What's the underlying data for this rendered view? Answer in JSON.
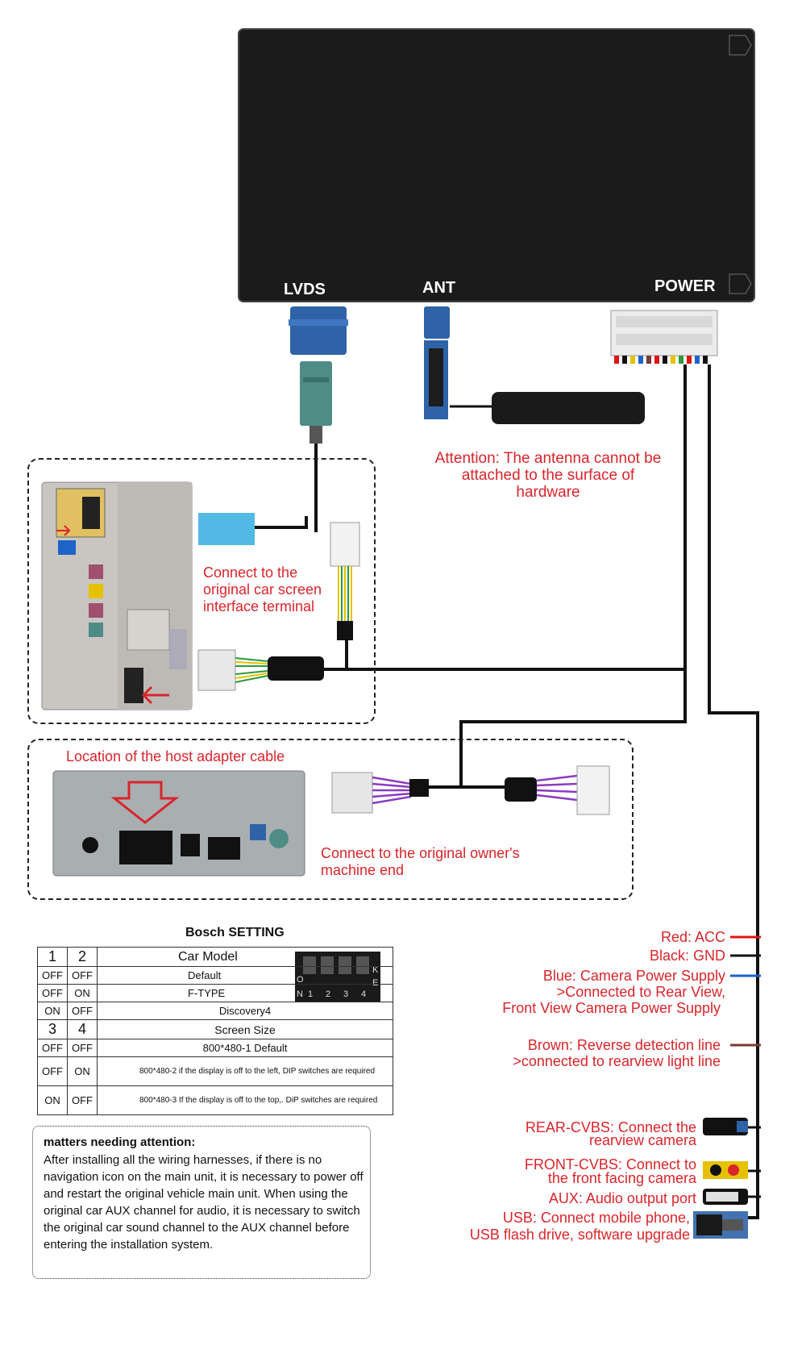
{
  "device": {
    "ports": {
      "lvds": "LVDS",
      "ant": "ANT",
      "power": "POWER"
    }
  },
  "antenna_note": "Attention: The antenna cannot be attached to the surface of hardware",
  "screen_note": "Connect to the original car screen interface terminal",
  "host_location": "Location of the host adapter cable",
  "owner_note": "Connect to the original owner's machine end",
  "dip_table": {
    "title": "Bosch SETTING",
    "dip_labels": [
      "O",
      "N",
      "1",
      "2",
      "3",
      "4",
      "K",
      "E"
    ],
    "header_model": [
      "1",
      "2",
      "Car Model"
    ],
    "model_rows": [
      [
        "OFF",
        "OFF",
        "Default"
      ],
      [
        "OFF",
        "ON",
        "F-TYPE"
      ],
      [
        "ON",
        "OFF",
        "Discovery4"
      ]
    ],
    "header_screen": [
      "3",
      "4",
      "Screen Size"
    ],
    "screen_rows": [
      [
        "OFF",
        "OFF",
        "800*480-1 Default"
      ],
      [
        "OFF",
        "ON",
        "800*480-2 if the display is off to the left, DIP switches are required"
      ],
      [
        "ON",
        "OFF",
        "800*480-3 If the display is off to the top,. DiP switches are required"
      ]
    ]
  },
  "attention": {
    "title": "matters needing attention:",
    "body": "After installing all the wiring harnesses, if there is no navigation icon on the main unit, it is necessary to power off and restart the original vehicle main unit. When using the original car AUX channel for audio, it is necessary to switch the original car sound channel to the AUX channel before entering the installation system."
  },
  "wires": {
    "red": "Red: ACC",
    "black": "Black: GND",
    "blue_1": "Blue: Camera Power Supply",
    "blue_2": ">Connected to Rear View,",
    "blue_3": "Front View Camera Power Supply",
    "brown_1": "Brown: Reverse detection line",
    "brown_2": ">connected to rearview light line"
  },
  "outputs": {
    "rear_1": "REAR-CVBS:  Connect the",
    "rear_2": "rearview camera",
    "front_1": "FRONT-CVBS: Connect to",
    "front_2": "the front facing camera",
    "aux": "AUX: Audio output port",
    "usb_1": "USB: Connect mobile phone,",
    "usb_2": "USB flash drive, software upgrade"
  },
  "colors": {
    "label_red": "#d9252b",
    "device": "#1b1b1b",
    "connector_blue": "#2f63a8",
    "connector_teal": "#4f8c86",
    "cable": "#111111",
    "wire_red": "#e01515",
    "wire_blue": "#1e63c8",
    "wire_brown": "#7b3a32"
  }
}
